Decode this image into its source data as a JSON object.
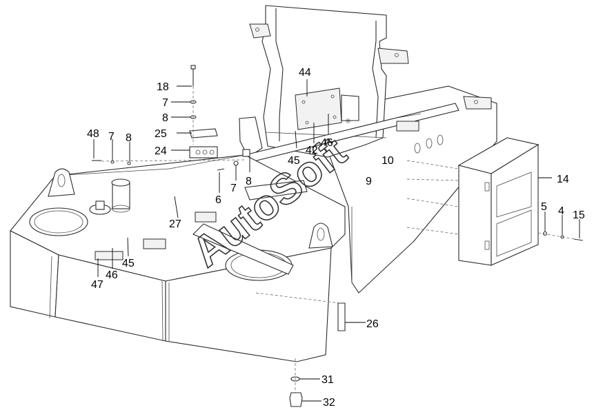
{
  "watermark": {
    "text": "AutoSoft",
    "mark": "®"
  },
  "callouts": [
    {
      "id": "c44",
      "label": "44"
    },
    {
      "id": "c18",
      "label": "18"
    },
    {
      "id": "c7a",
      "label": "7"
    },
    {
      "id": "c8a",
      "label": "8"
    },
    {
      "id": "c25",
      "label": "25"
    },
    {
      "id": "c24",
      "label": "24"
    },
    {
      "id": "c48",
      "label": "48"
    },
    {
      "id": "c7b",
      "label": "7"
    },
    {
      "id": "c8b",
      "label": "8"
    },
    {
      "id": "c45a",
      "label": "45"
    },
    {
      "id": "c42",
      "label": "42"
    },
    {
      "id": "c46a",
      "label": "46"
    },
    {
      "id": "c10",
      "label": "10"
    },
    {
      "id": "c9",
      "label": "9"
    },
    {
      "id": "c14",
      "label": "14"
    },
    {
      "id": "c6",
      "label": "6"
    },
    {
      "id": "c7c",
      "label": "7"
    },
    {
      "id": "c8c",
      "label": "8"
    },
    {
      "id": "c27",
      "label": "27"
    },
    {
      "id": "c45b",
      "label": "45"
    },
    {
      "id": "c46b",
      "label": "46"
    },
    {
      "id": "c47",
      "label": "47"
    },
    {
      "id": "c5",
      "label": "5"
    },
    {
      "id": "c4",
      "label": "4"
    },
    {
      "id": "c15",
      "label": "15"
    },
    {
      "id": "c26",
      "label": "26"
    },
    {
      "id": "c31",
      "label": "31"
    },
    {
      "id": "c32",
      "label": "32"
    }
  ]
}
